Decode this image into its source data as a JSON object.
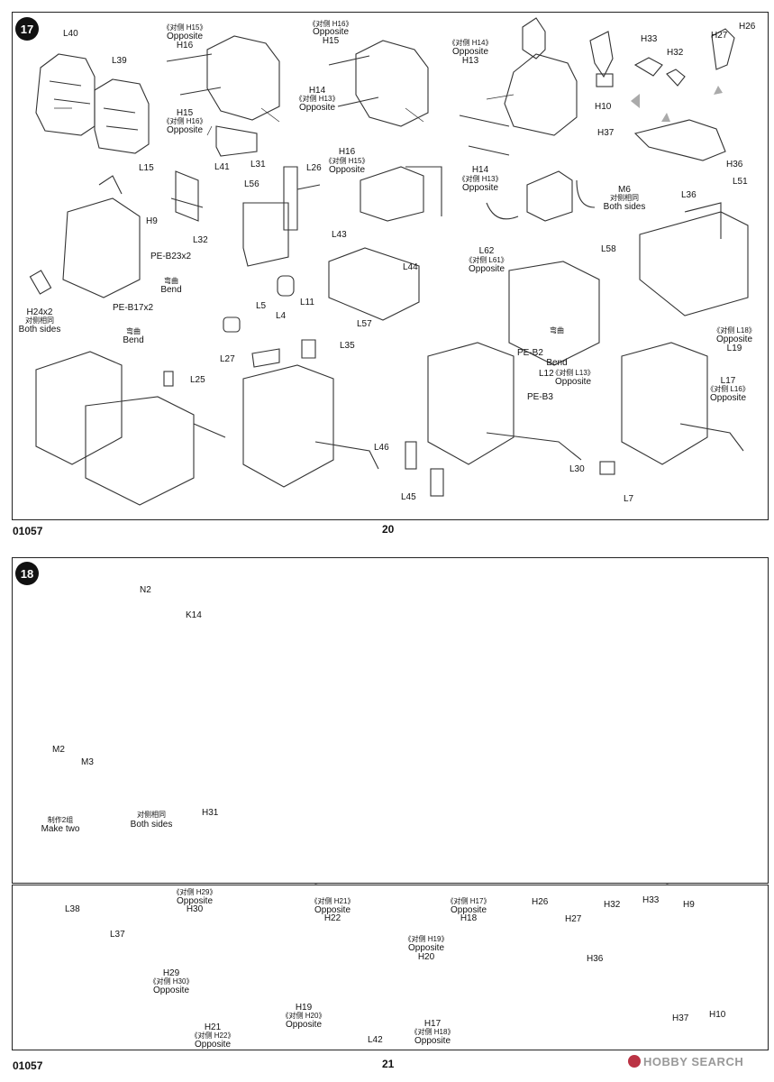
{
  "step17": {
    "number": "17",
    "labels": {
      "L40": "L40",
      "L39": "L39",
      "H15_top_cn": "《对侧 H15》",
      "H15_top_op": "Opposite",
      "H16": "H16",
      "H15": "H15",
      "H16_cn": "《对侧 H16》",
      "H16_op": "Opposite",
      "L41": "L41",
      "H16_top_cn": "《对侧 H16》",
      "H16_top_op": "Opposite",
      "H15b": "H15",
      "H14": "H14",
      "H13_cn": "《对侧 H13》",
      "H13_op": "Opposite",
      "H16b": "H16",
      "H15b_cn": "《对侧 H15》",
      "H15b_op": "Opposite",
      "H14_cn": "《对侧 H14》",
      "H14_op": "Opposite",
      "H13": "H13",
      "H14b": "H14",
      "H13b_cn": "《对侧 H13》",
      "H13b_op": "Opposite",
      "H10": "H10",
      "H33": "H33",
      "H32": "H32",
      "H27": "H27",
      "H26": "H26",
      "H37": "H37",
      "H36": "H36",
      "L15": "L15",
      "L32": "L32",
      "L31": "L31",
      "L26": "L26",
      "L56": "L56",
      "H9": "H9",
      "PE_B23": "PE-B23x2",
      "bend1_cn": "弯曲",
      "bend1": "Bend",
      "PE_B17": "PE-B17x2",
      "bend2_cn": "弯曲",
      "bend2": "Bend",
      "H24": "H24x2",
      "H24_cn": "对侧相同",
      "H24_both": "Both sides",
      "L43": "L43",
      "L44": "L44",
      "L57": "L57",
      "M6": "M6",
      "M6_cn": "对侧相同",
      "M6_both": "Both sides",
      "L62": "L62",
      "L61_cn": "《对侧 L61》",
      "L61_op": "Opposite",
      "L36": "L36",
      "L51": "L51",
      "L58": "L58",
      "L5": "L5",
      "L4": "L4",
      "L11": "L11",
      "L27": "L27",
      "L35": "L35",
      "L25": "L25",
      "PE_B2": "PE-B2",
      "bend3_cn": "弯曲",
      "bend3": "Bend",
      "L12": "L12",
      "L13_cn": "《对侧 L13》",
      "L13_op": "Opposite",
      "PE_B3": "PE-B3",
      "L46": "L46",
      "L45": "L45",
      "L18_cn": "《对侧 L18》",
      "L18_op": "Opposite",
      "L19": "L19",
      "L17": "L17",
      "L16_cn": "《对侧 L16》",
      "L16_op": "Opposite",
      "L30": "L30",
      "L7": "L7"
    }
  },
  "step18": {
    "number": "18",
    "labels": {
      "N2": "N2",
      "K14": "K14",
      "M2": "M2",
      "M3": "M3",
      "make_two_cn": "制作2组",
      "make_two": "Make two",
      "both_cn": "对侧相同",
      "both": "Both sides",
      "H31": "H31"
    }
  },
  "step18b": {
    "labels": {
      "L38": "L38",
      "L37": "L37",
      "H29_cn": "《对侧 H29》",
      "H29_op": "Opposite",
      "H30": "H30",
      "H29": "H29",
      "H30_cn": "《对侧 H30》",
      "H30_op": "Opposite",
      "H21": "H21",
      "H22_cn": "《对侧 H22》",
      "H22_op": "Opposite",
      "H21_cn": "《对侧 H21》",
      "H21_op": "Opposite",
      "H22": "H22",
      "H19": "H19",
      "H20_cn": "《对侧 H20》",
      "H20_op": "Opposite",
      "L42": "L42",
      "H17_cn": "《对侧 H17》",
      "H17_op": "Opposite",
      "H18": "H18",
      "H19_cn": "《对侧 H19》",
      "H19_op": "Opposite",
      "H20": "H20",
      "H17": "H17",
      "H18_cn": "《对侧 H18》",
      "H18_op": "Opposite",
      "H26": "H26",
      "H27": "H27",
      "H32": "H32",
      "H33": "H33",
      "H9": "H9",
      "H36": "H36",
      "H37": "H37",
      "H10": "H10"
    }
  },
  "footer": {
    "code_top": "01057",
    "page_top": "20",
    "code_bottom": "01057",
    "page_bottom": "21"
  },
  "watermark": {
    "text": "HOBBY SEARCH"
  }
}
